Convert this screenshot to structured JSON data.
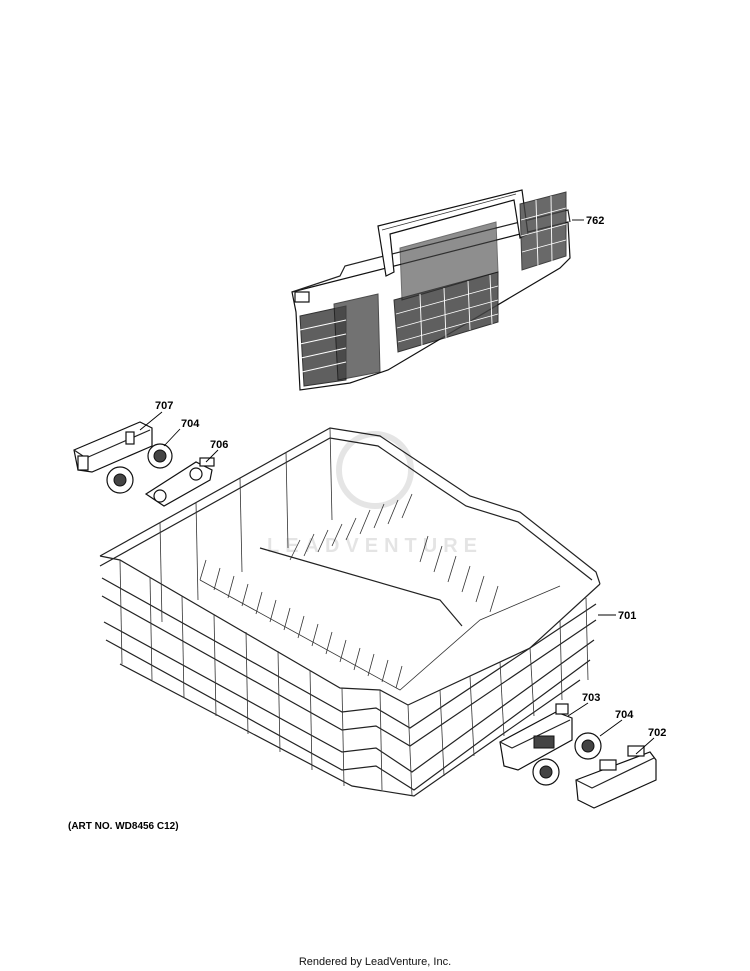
{
  "labels": {
    "basket": "762",
    "rack": "701",
    "stop_left": "707",
    "wheel_left": "704",
    "clip_left": "706",
    "stop_right": "703",
    "wheel_right": "704",
    "end_cap": "702"
  },
  "art_no": "(ART NO. WD8456 C12)",
  "footer": "Rendered by LeadVenture, Inc.",
  "watermark": "LEADVENTURE"
}
